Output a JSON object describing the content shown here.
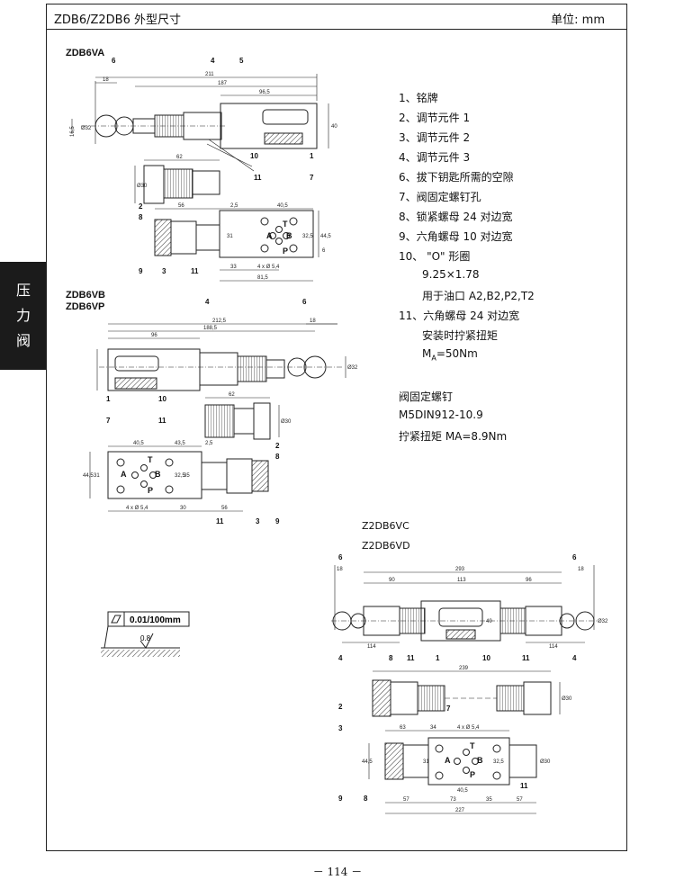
{
  "header": {
    "title": "ZDB6/Z2DB6 外型尺寸",
    "unit": "单位: mm"
  },
  "side_tab": [
    "压",
    "力",
    "阀"
  ],
  "models": {
    "zdb6va": "ZDB6VA",
    "zdb6vb": "ZDB6VB",
    "zdb6vp": "ZDB6VP",
    "z2db6vc": "Z2DB6VC",
    "z2db6vd": "Z2DB6VD"
  },
  "legend": [
    "1、铭牌",
    "2、调节元件 1",
    "3、调节元件 2",
    "4、调节元件 3",
    "6、拔下钥匙所需的空隙",
    "7、阀固定螺钉孔",
    "8、锁紧螺母 24 对边宽",
    "9、六角螺母 10 对边宽",
    "10、 \"O\" 形圈",
    "9.25×1.78",
    "用于油口 A2,B2,P2,T2",
    "11、六角螺母 24 对边宽",
    "安装时拧紧扭矩"
  ],
  "torque": {
    "symbol": "M",
    "sub": "A",
    "value": "=50Nm"
  },
  "bolt": {
    "title": "阀固定螺钉",
    "spec": "M5DIN912-10.9",
    "torque": "拧紧扭矩 MA=8.9Nm"
  },
  "surface": {
    "flatness": "0.01/100mm",
    "roughness": "0.8"
  },
  "balloons": {
    "b1": "1",
    "b2": "2",
    "b3": "3",
    "b4": "4",
    "b5": "5",
    "b6": "6",
    "b7": "7",
    "b8": "8",
    "b9": "9",
    "b10": "10",
    "b11": "11"
  },
  "ports": {
    "a": "A",
    "b": "B",
    "t": "T",
    "p": "P"
  },
  "dims": {
    "d_211": "211",
    "d_187": "187",
    "d_96_5": "96,5",
    "d_18": "18",
    "d_16_5": "16,5",
    "d_40": "40",
    "d_62": "62",
    "d_56": "56",
    "d_2_5": "2,5",
    "d_40_5": "40,5",
    "d_31": "31",
    "d_32_5": "32,5",
    "d_44_5": "44,5",
    "d_33": "33",
    "d_81_5": "81,5",
    "d_212_5": "212,5",
    "d_188_5": "188,5",
    "d_96": "96",
    "d_43_5": "43,5",
    "d_35": "35",
    "d_30": "30",
    "d_293": "293",
    "d_90": "90",
    "d_113": "113",
    "d_114": "114",
    "d_239": "239",
    "d_63": "63",
    "d_34": "34",
    "d_73": "73",
    "d_57": "57",
    "d_227": "227",
    "d_6": "6",
    "dia_32": "Ø32",
    "dia_30": "Ø30",
    "holes": "4 x Ø 5,4"
  },
  "page_number": "－ 114 －"
}
